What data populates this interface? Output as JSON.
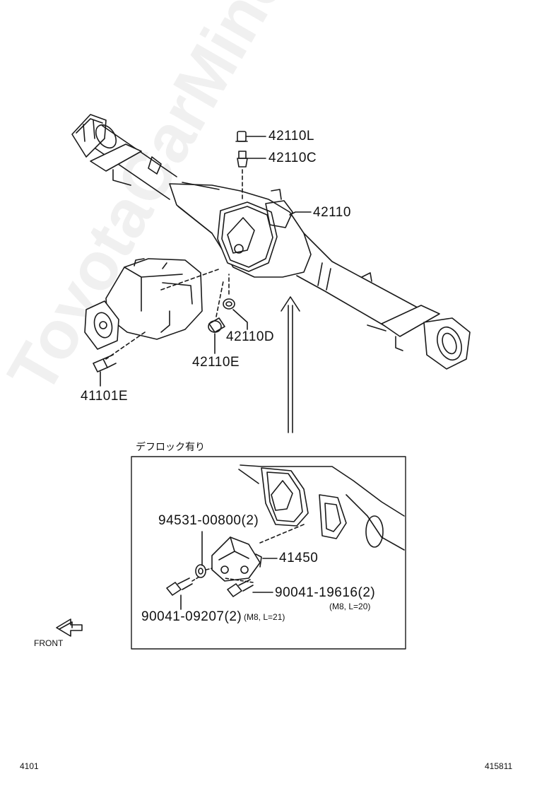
{
  "labels": {
    "p42110L": "42110L",
    "p42110C": "42110C",
    "p42110": "42110",
    "p42110D": "42110D",
    "p42110E": "42110E",
    "p41101E": "41101E",
    "p94531": "94531-00800(2)",
    "p41450": "41450",
    "p90041_19616": "90041-19616(2)",
    "p90041_19616_spec": "(M8, L=20)",
    "p90041_09207": "90041-09207(2)",
    "p90041_09207_spec": "(M8, L=21)"
  },
  "inset_caption": "デフロック有り",
  "front_label": "FRONT",
  "footer": {
    "left": "4101",
    "right": "415811"
  },
  "watermark": "ToyotaCarMine.ru"
}
